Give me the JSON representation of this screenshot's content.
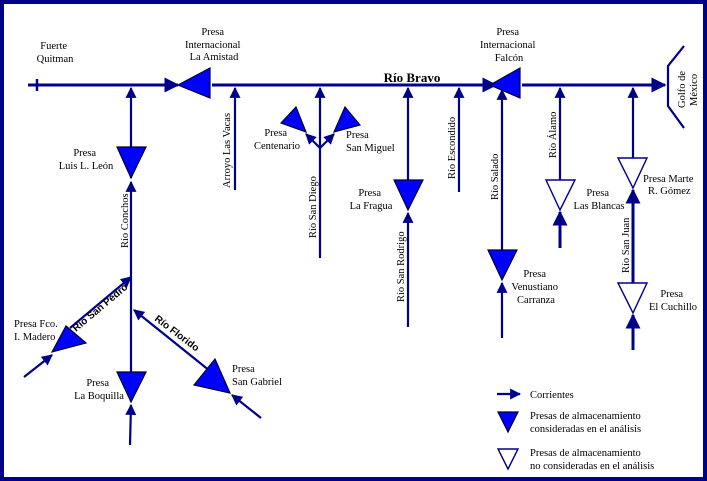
{
  "colors": {
    "river": "#00008B",
    "dam_considered": "#0000FF",
    "frame": "#00008B",
    "background": "#FFFFFF"
  },
  "title": "Río Bravo",
  "places": {
    "fuerte_quitman": [
      "Fuerte",
      "Quitman"
    ],
    "golfo": [
      "Golfo de",
      "México"
    ]
  },
  "dams": {
    "amistad": [
      "Presa",
      "Internacional",
      "La Amistad"
    ],
    "falcon": [
      "Presa",
      "Internacional",
      "Falcón"
    ],
    "luis_leon": [
      "Presa",
      "Luis L. León"
    ],
    "centenario": [
      "Presa",
      "Centenario"
    ],
    "san_miguel": [
      "Presa",
      "San Miguel"
    ],
    "la_fragua": [
      "Presa",
      "La Fragua"
    ],
    "las_blancas": [
      "Presa",
      "Las Blancas"
    ],
    "marte_gomez": [
      "Presa Marte",
      "R. Gómez"
    ],
    "venustiano": [
      "Presa",
      "Venustiano",
      "Carranza"
    ],
    "el_cuchillo": [
      "Presa",
      "El Cuchillo"
    ],
    "madero": [
      "Presa Fco.",
      "I. Madero"
    ],
    "boquilla": [
      "Presa",
      "La Boquilla"
    ],
    "san_gabriel": [
      "Presa",
      "San Gabriel"
    ]
  },
  "rivers": {
    "las_vacas": "Arroyo Las Vacas",
    "san_diego": "Río San Diego",
    "san_rodrigo": "Río San Rodrigo",
    "escondido": "Río Escondido",
    "salado": "Río Salado",
    "alamo": "Río Álamo",
    "san_juan": "Río San Juan",
    "conchos": "Río Conchos",
    "san_pedro": "Río San Pedro",
    "florido": "Río Florido"
  },
  "legend": {
    "currents": "Corrientes",
    "considered": [
      "Presas de almacenamiento",
      "consideradas en el análisis"
    ],
    "not_considered": [
      "Presas de almacenamiento",
      "no consideradas en el análisis"
    ]
  }
}
